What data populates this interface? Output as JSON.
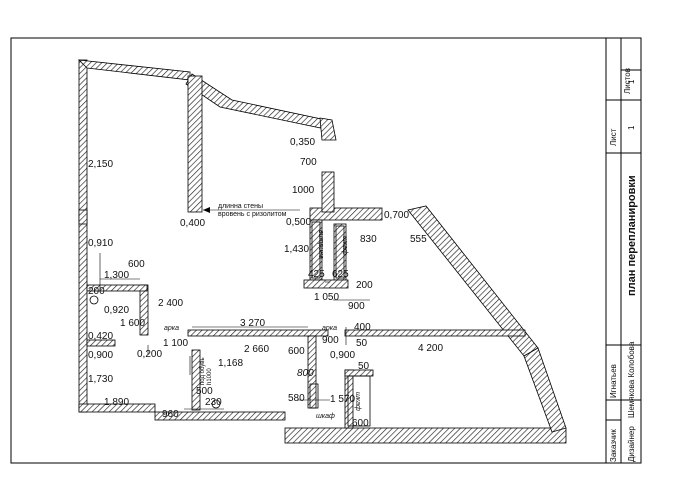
{
  "sheet": {
    "stamp": {
      "title": "план перепланировки",
      "sheet_label": "Лист",
      "sheet_value": "1",
      "sheets_label": "Листов",
      "sheets_value": "1",
      "customer_label": "Заказчик",
      "customer_value": "Игнатьев",
      "designer_label": "Дизайнер",
      "designer_value": "Шемякова Колобова"
    }
  },
  "plan": {
    "dimensions": {
      "d_2150": "2,150",
      "d_0910": "0,910",
      "d_600a": "600",
      "d_200a": "200",
      "d_1300": "1,300",
      "d_0920": "0,920",
      "d_1600": "1 600",
      "d_0420": "0,420",
      "d_0900a": "0,900",
      "d_0200": "0,200",
      "d_1100": "1 100",
      "d_1730": "1,730",
      "d_1890": "1 890",
      "d_960": "960",
      "d_230": "230",
      "d_500": "500",
      "d_1168": "1,168",
      "d_2660": "2 660",
      "d_3270": "3 270",
      "d_2400": "2 400",
      "d_0400": "0,400",
      "d_0350": "0,350",
      "d_700": "700",
      "d_1000": "1000",
      "d_0500": "0,500",
      "d_1430": "1,430",
      "d_425": "425",
      "d_625": "625",
      "d_200b": "200",
      "d_1050": "1 050",
      "d_900a": "900",
      "d_400": "400",
      "d_900b": "900",
      "d_600b": "600",
      "d_0900b": "0,900",
      "d_800": "800",
      "d_580": "580",
      "d_1570": "1 570",
      "d_50a": "50",
      "d_50b": "50",
      "d_600c": "600",
      "d_830": "830",
      "d_0700": "0,700",
      "d_555": "555",
      "d_4200": "4 200"
    },
    "labels": {
      "wall_note_1": "длинна стены",
      "wall_note_2": "вровень с ризолитом",
      "arch_1": "арка",
      "arch_2": "арка",
      "vitrine": "витрина",
      "shkaf_1": "шкаф",
      "shkaf_2": "шкаф",
      "shkaf_3": "шкаф",
      "pod_obuv_1": "под обувь",
      "pod_obuv_2": "h1000"
    }
  }
}
